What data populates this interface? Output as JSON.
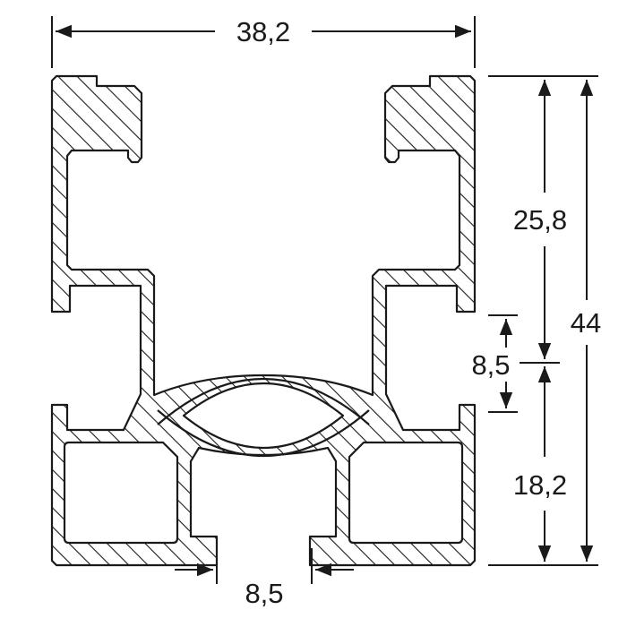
{
  "dimensions": {
    "overall_width": "38,2",
    "overall_height": "44",
    "upper_height": "25,8",
    "lower_height": "18,2",
    "side_slot_width": "8,5",
    "bottom_slot_width": "8,5"
  },
  "colors": {
    "line": "#1a1a1a",
    "background": "#ffffff"
  }
}
